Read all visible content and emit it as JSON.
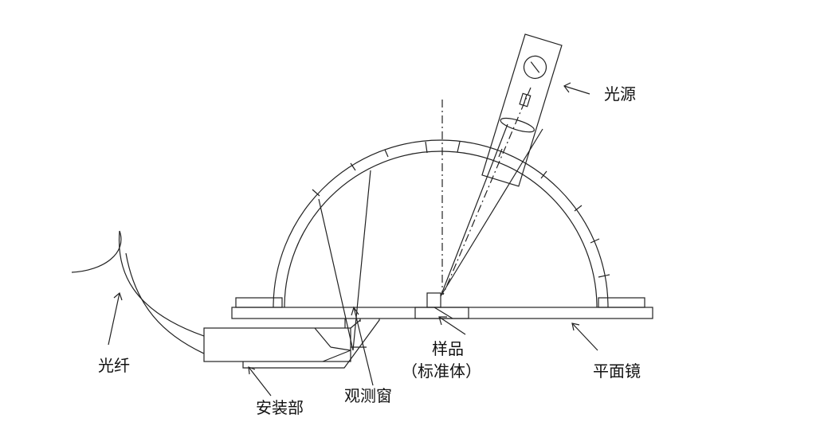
{
  "labels": {
    "light_source": "光源",
    "optical_fiber": "光纤",
    "sample": "样品",
    "sample_note": "（标准体）",
    "plane_mirror": "平面镜",
    "mounting_part": "安装部",
    "observation_window": "观测窗"
  },
  "colors": {
    "stroke": "#222222",
    "text": "#111111",
    "background": "#ffffff"
  }
}
